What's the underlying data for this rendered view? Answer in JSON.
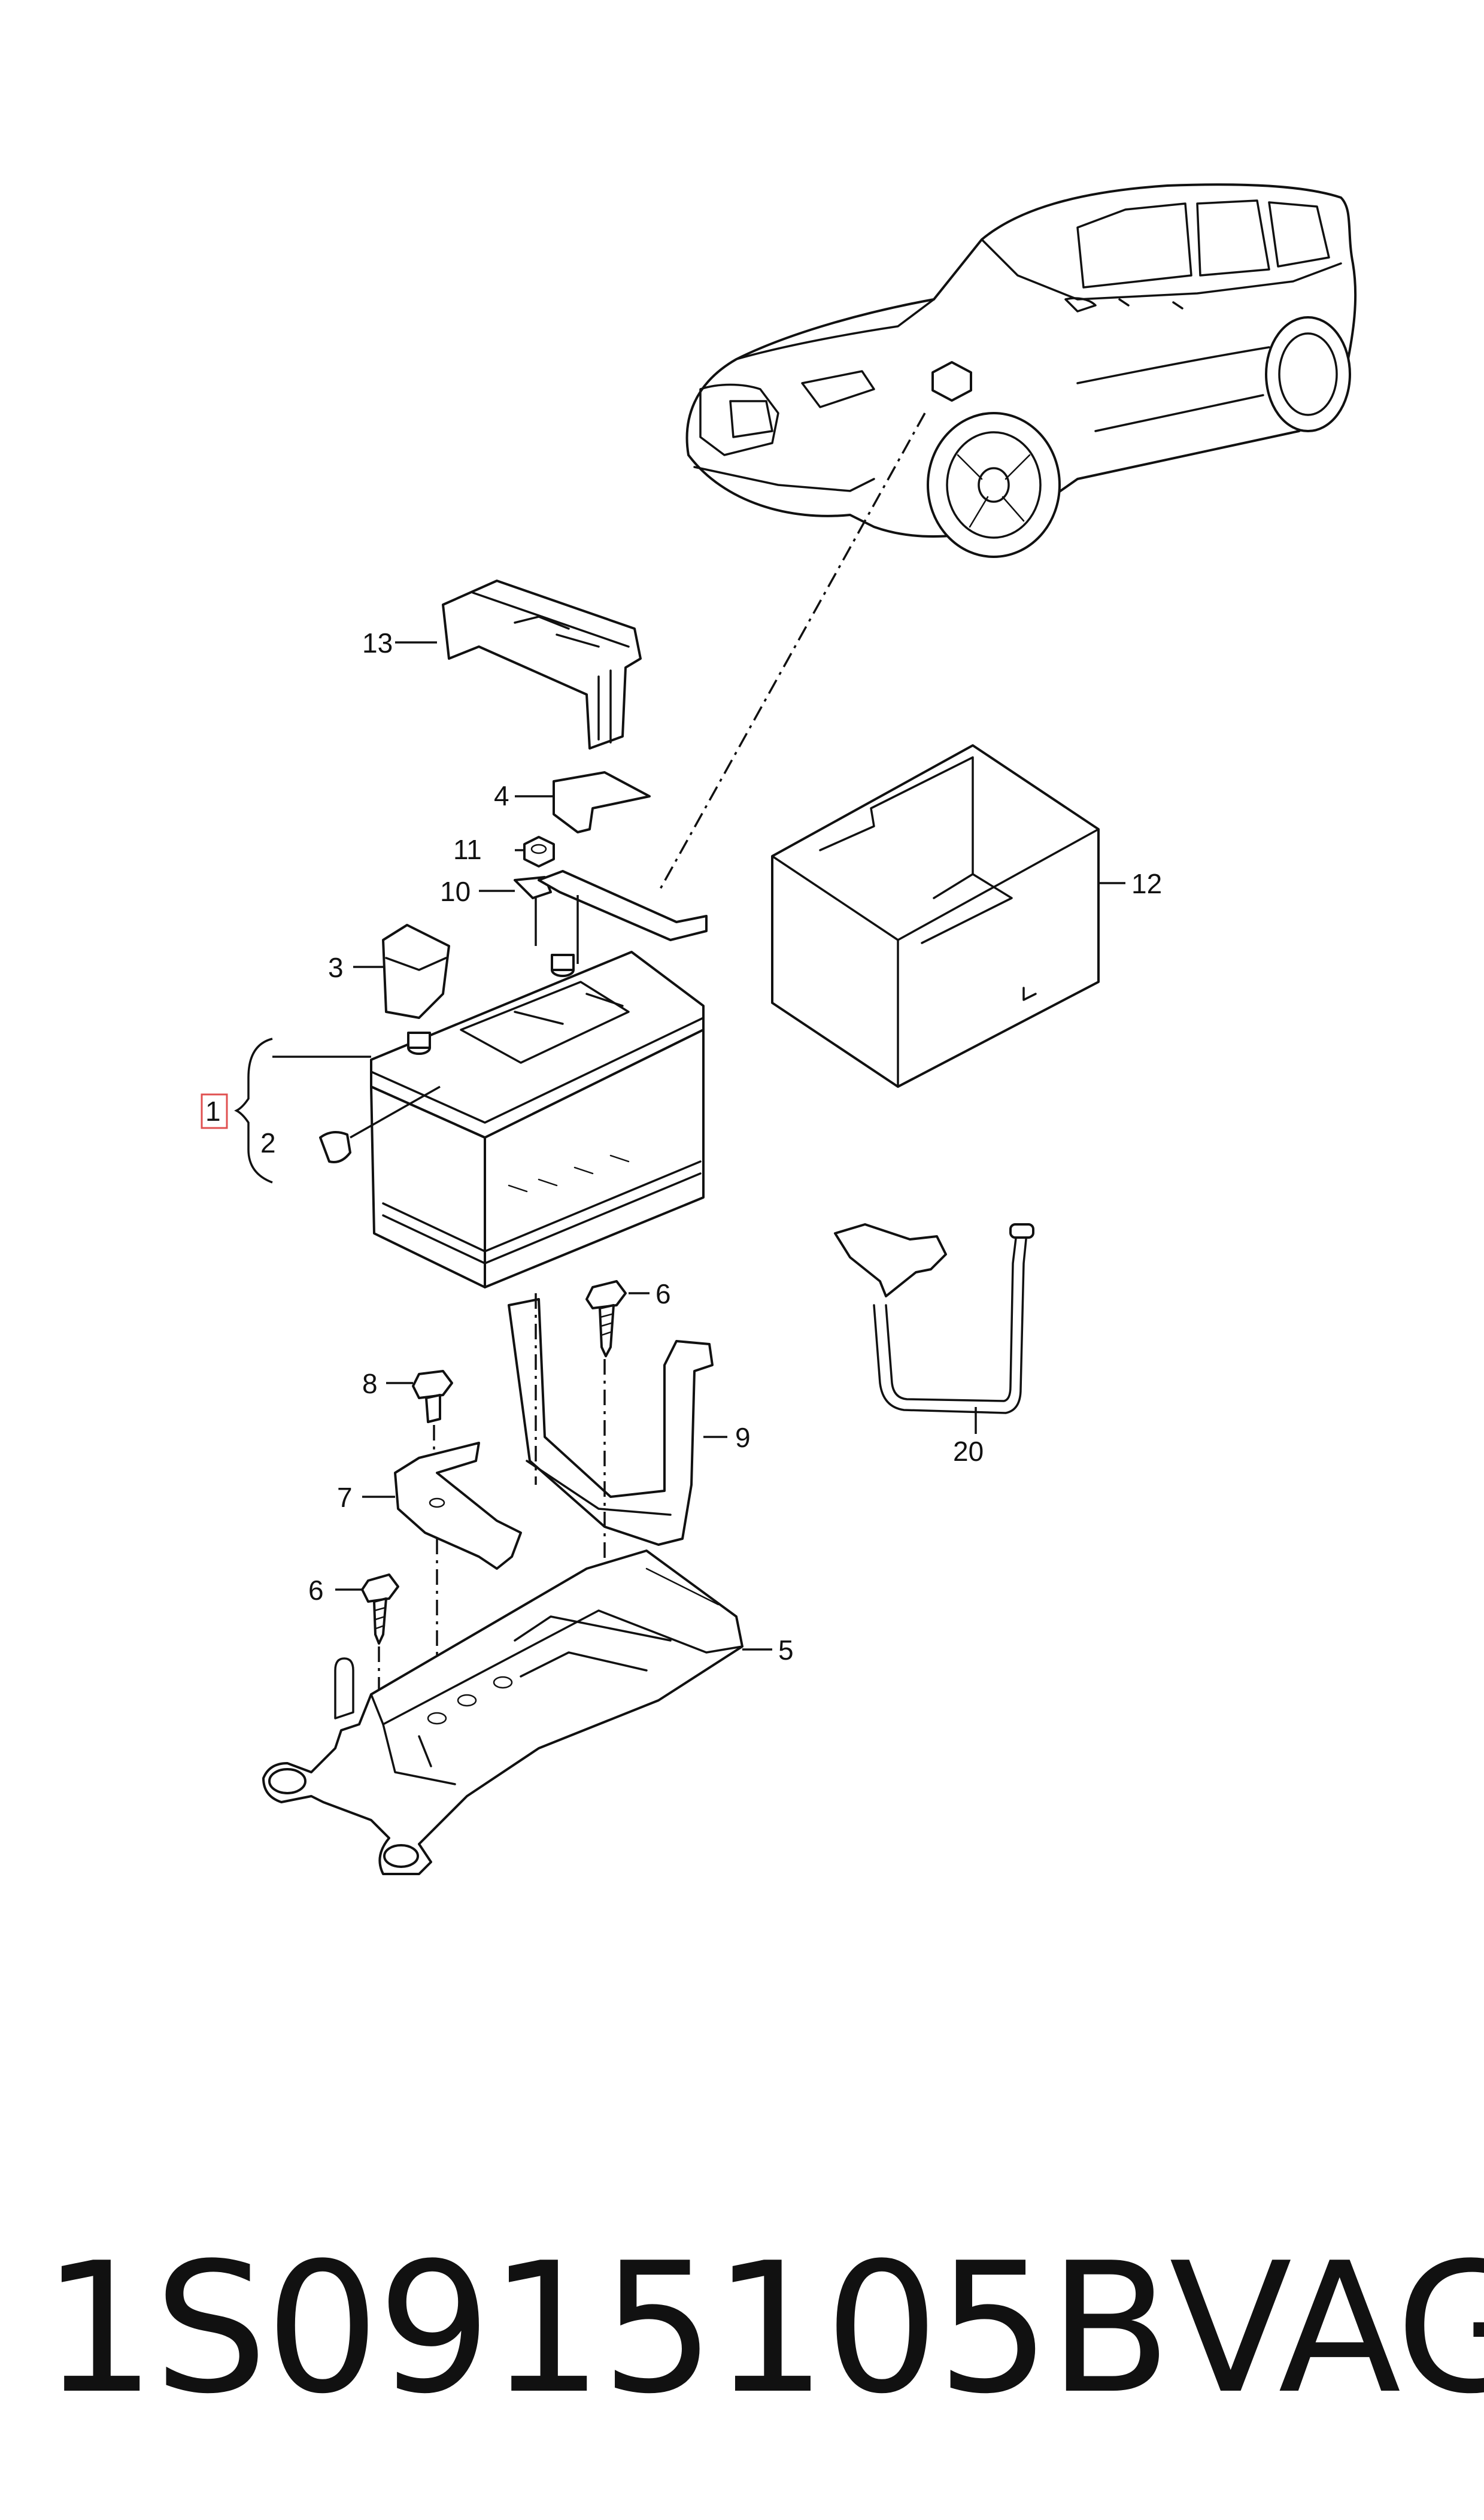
{
  "callouts": {
    "c1": "1",
    "c2": "2",
    "c3": "3",
    "c4": "4",
    "c5": "5",
    "c6a": "6",
    "c6b": "6",
    "c7": "7",
    "c8": "8",
    "c9": "9",
    "c10": "10",
    "c11": "11",
    "c12": "12",
    "c13": "13",
    "c20": "20"
  },
  "footer": {
    "part_number": "1S0915105B",
    "brand": "VAG"
  },
  "colors": {
    "line": "#111111",
    "highlight_box": "#e05050",
    "background": "#ffffff"
  }
}
